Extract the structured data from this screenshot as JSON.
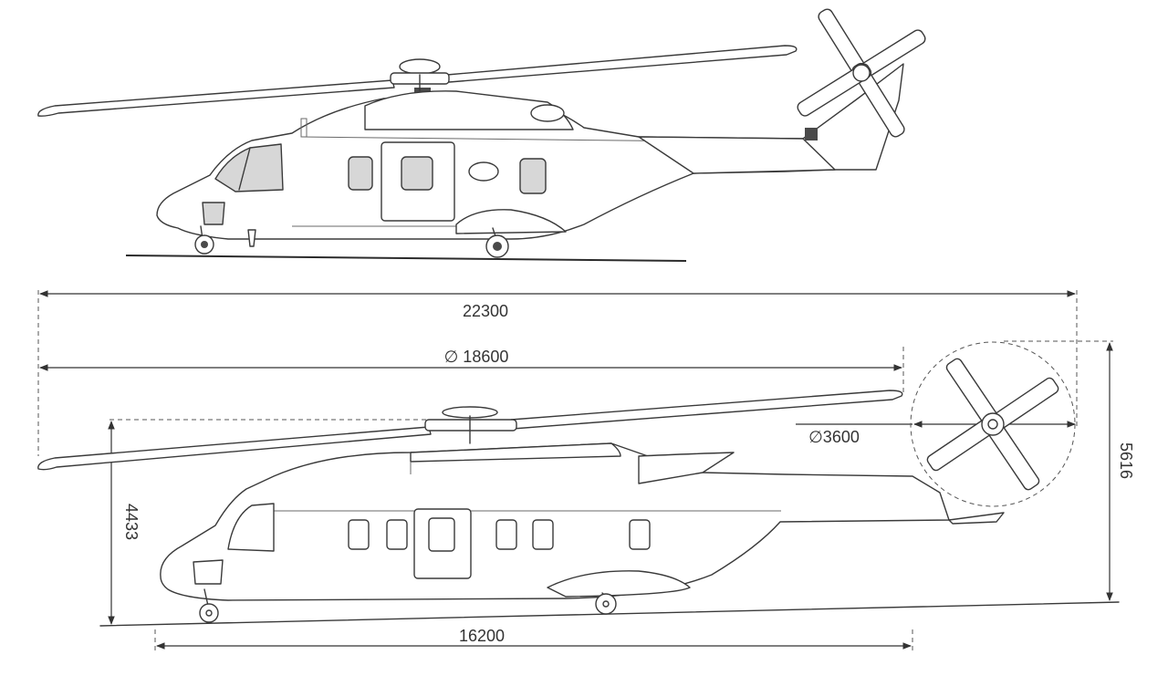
{
  "dimensions": {
    "overall_length": "22300",
    "main_rotor_diameter": "∅ 18600",
    "tail_rotor_diameter": "∅3600",
    "overall_height": "5616",
    "fuselage_height": "4433",
    "fuselage_length": "16200"
  },
  "colors": {
    "ink": "#3a3a3a",
    "background": "#ffffff"
  }
}
